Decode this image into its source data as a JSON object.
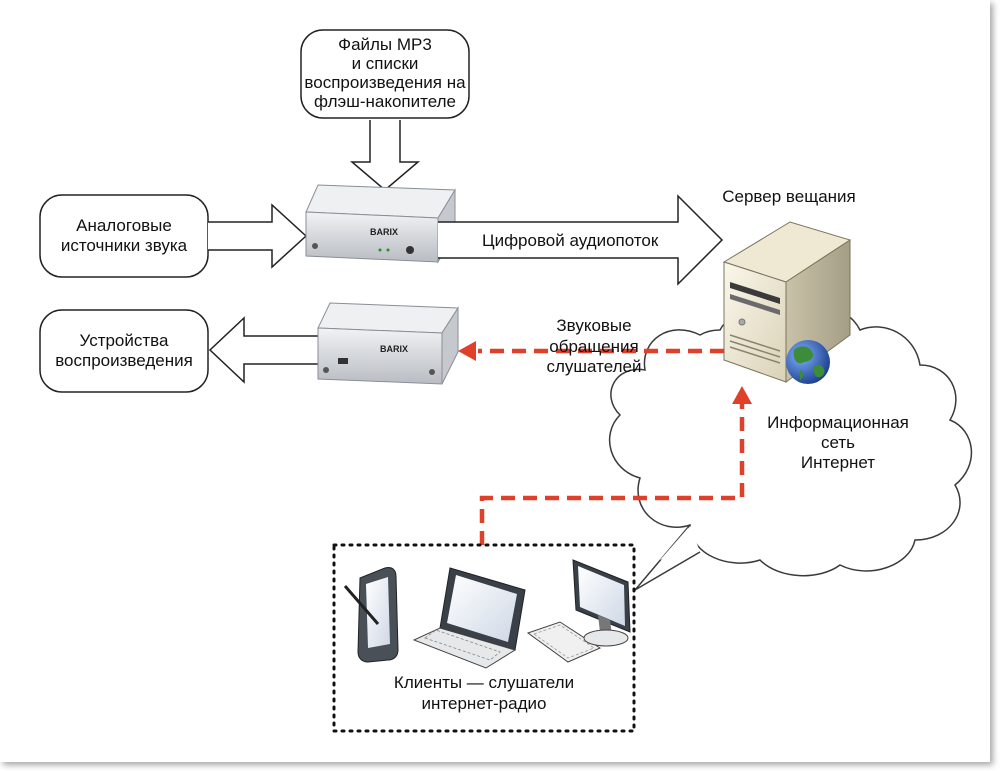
{
  "boxes": {
    "mp3": {
      "line1": "Файлы MP3",
      "line2": "и списки",
      "line3": "воспроизведения на",
      "line4": "флэш-накопителе"
    },
    "analog": {
      "line1": "Аналоговые",
      "line2": "источники звука"
    },
    "playback": {
      "line1": "Устройства",
      "line2": "воспроизведения"
    }
  },
  "arrows": {
    "digital_stream": "Цифровой аудиопоток",
    "listener_requests": {
      "line1": "Звуковые",
      "line2": "обращения",
      "line3": "слушателей"
    }
  },
  "server": {
    "label": "Сервер вещания"
  },
  "cloud": {
    "line1": "Информационная",
    "line2": "сеть",
    "line3": "Интернет"
  },
  "clients": {
    "line1": "Клиенты — слушатели",
    "line2": "интернет-радио"
  },
  "devices": {
    "brand": "BARIX"
  },
  "colors": {
    "dashed": "#e0402a",
    "globe_sea": "#2a5bb8",
    "globe_land": "#3c8c3a"
  },
  "icons": [
    "server-tower-icon",
    "globe-icon",
    "tablet-icon",
    "laptop-icon",
    "monitor-icon",
    "keyboard-icon"
  ]
}
